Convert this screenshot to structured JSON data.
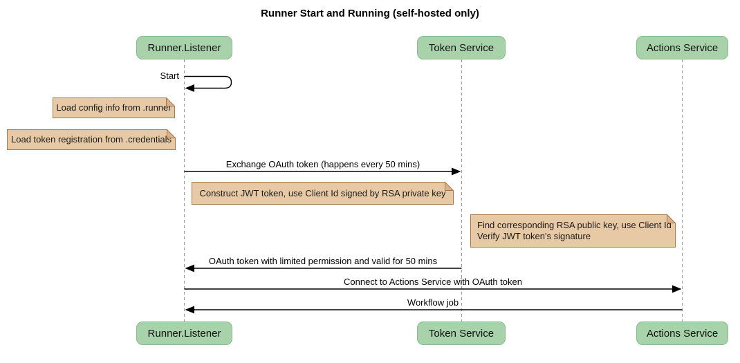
{
  "title": "Runner Start and Running (self-hosted only)",
  "diagram_type": "sequence",
  "participants": [
    {
      "name": "Runner.Listener"
    },
    {
      "name": "Token Service"
    },
    {
      "name": "Actions Service"
    }
  ],
  "messages": {
    "start": "Start",
    "exchange": "Exchange OAuth token (happens every 50 mins)",
    "oauth_return": "OAuth token with limited permission and valid for 50 mins",
    "connect": "Connect to Actions Service with OAuth token",
    "workflow": "Workflow job"
  },
  "notes": {
    "load_config": "Load config info from .runner",
    "load_token": "Load token registration from .credentials",
    "construct_jwt": "Construct JWT token, use Client Id signed by RSA private key",
    "find_rsa_line1": "Find corresponding RSA public key, use Client Id",
    "find_rsa_line2": "Verify JWT token's signature"
  },
  "colors": {
    "actor_fill": "#a7d2aa",
    "actor_border": "#8ab98d",
    "note_fill": "#e8c9a5",
    "note_border": "#a5794b",
    "lifeline": "#999999",
    "arrow": "#000000",
    "background": "#ffffff"
  }
}
